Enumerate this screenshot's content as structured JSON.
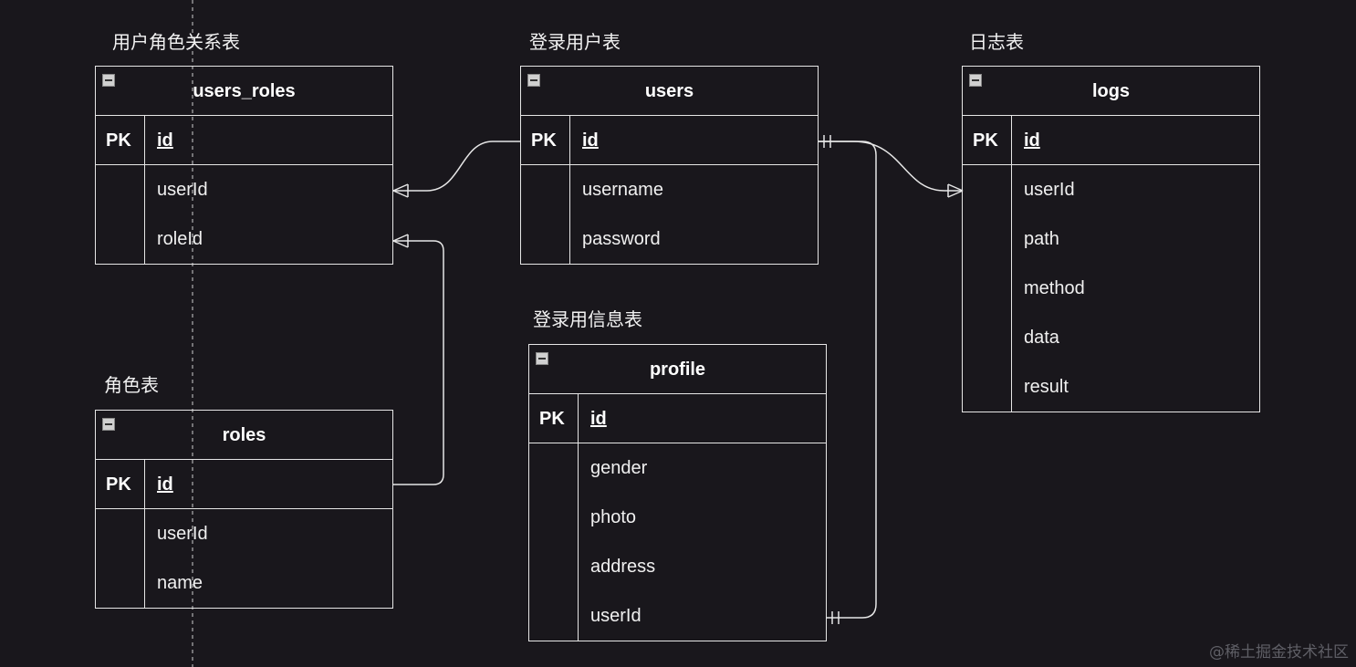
{
  "entities": {
    "users_roles": {
      "caption": "用户角色关系表",
      "name": "users_roles",
      "pk_label": "PK",
      "pk_field": "id",
      "fields": [
        "userId",
        "roleId"
      ]
    },
    "users": {
      "caption": "登录用户表",
      "name": "users",
      "pk_label": "PK",
      "pk_field": "id",
      "fields": [
        "username",
        "password"
      ]
    },
    "logs": {
      "caption": "日志表",
      "name": "logs",
      "pk_label": "PK",
      "pk_field": "id",
      "fields": [
        "userId",
        "path",
        "method",
        "data",
        "result"
      ]
    },
    "roles": {
      "caption": "角色表",
      "name": "roles",
      "pk_label": "PK",
      "pk_field": "id",
      "fields": [
        "userId",
        "name"
      ]
    },
    "profile": {
      "caption": "登录用信息表",
      "name": "profile",
      "pk_label": "PK",
      "pk_field": "id",
      "fields": [
        "gender",
        "photo",
        "address",
        "userId"
      ]
    }
  },
  "relationships": [
    {
      "from": "users.id",
      "to": "users_roles.userId",
      "cardinality": "one-to-many"
    },
    {
      "from": "roles.id",
      "to": "users_roles.roleId",
      "cardinality": "one-to-many"
    },
    {
      "from": "users.id",
      "to": "logs.userId",
      "cardinality": "one-to-many"
    },
    {
      "from": "users.id",
      "to": "profile.userId",
      "cardinality": "one-to-one"
    }
  ],
  "colors": {
    "background": "#19171c",
    "stroke": "#e6e6e6",
    "text": "#ffffff"
  },
  "watermark": "@稀土掘金技术社区"
}
